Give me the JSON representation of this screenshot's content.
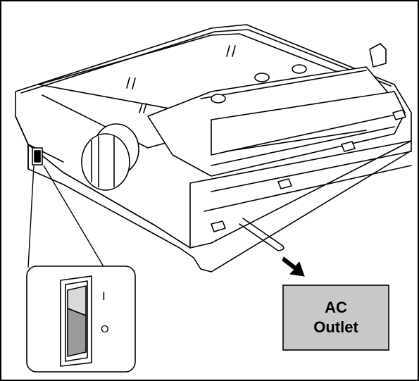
{
  "labels": {
    "switch_on": "I",
    "switch_off": "O",
    "outlet_line1": "AC",
    "outlet_line2": "Outlet"
  },
  "colors": {
    "line": "#000000",
    "outlet_fill": "#c8c8c8",
    "switch_fill": "#d9d9d9",
    "background": "#ffffff"
  },
  "icons": {
    "arrow": "arrow-right-down-icon",
    "power_switch": "rocker-switch-icon"
  }
}
